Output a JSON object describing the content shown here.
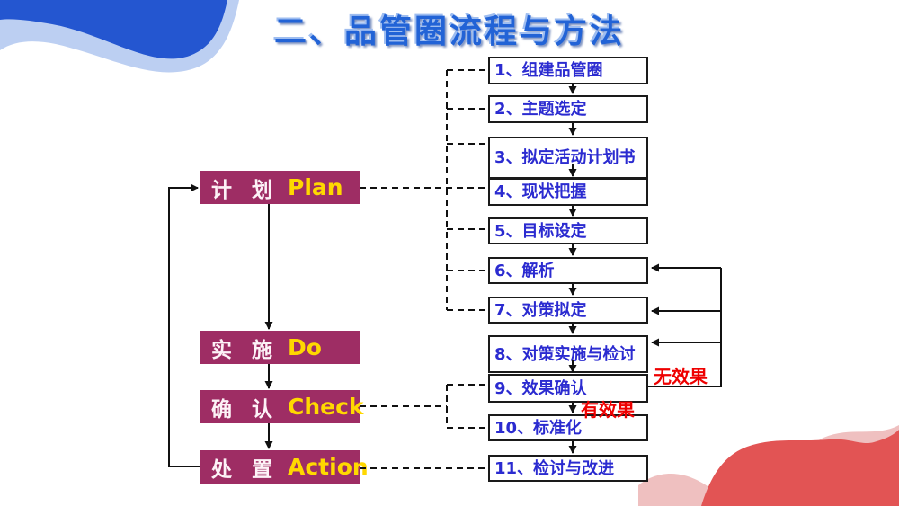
{
  "slide": {
    "title": "二、品管圈流程与方法",
    "pdca": [
      {
        "cn": "计 划",
        "en": "Plan"
      },
      {
        "cn": "实 施",
        "en": "Do"
      },
      {
        "cn": "确 认",
        "en": "Check"
      },
      {
        "cn": "处 置",
        "en": "Action"
      }
    ],
    "steps": [
      {
        "label": "1、组建品管圈"
      },
      {
        "label": "2、主题选定"
      },
      {
        "label": "3、拟定活动计划书"
      },
      {
        "label": "4、现状把握"
      },
      {
        "label": "5、目标设定"
      },
      {
        "label": "6、解析"
      },
      {
        "label": "7、对策拟定"
      },
      {
        "label": "8、对策实施与检讨"
      },
      {
        "label": "9、效果确认"
      },
      {
        "label": "10、标准化"
      },
      {
        "label": "11、检讨与改进"
      }
    ],
    "branch_labels": {
      "no_effect": "无效果",
      "effective": "有效果"
    },
    "colors": {
      "title_blue": "#2263D6",
      "pdca_box": "#9E2D64",
      "pdca_cn_text": "#FDF2F7",
      "pdca_en_text": "#FFD800",
      "step_text": "#2B2BD0",
      "step_border": "#1A1A1A",
      "branch_label_red": "#EE0000",
      "wave_dark_blue": "#2456D0",
      "wave_light_blue": "#BCCFF2",
      "wave_red": "#E25454",
      "wave_pink": "#EFC0C0"
    }
  }
}
